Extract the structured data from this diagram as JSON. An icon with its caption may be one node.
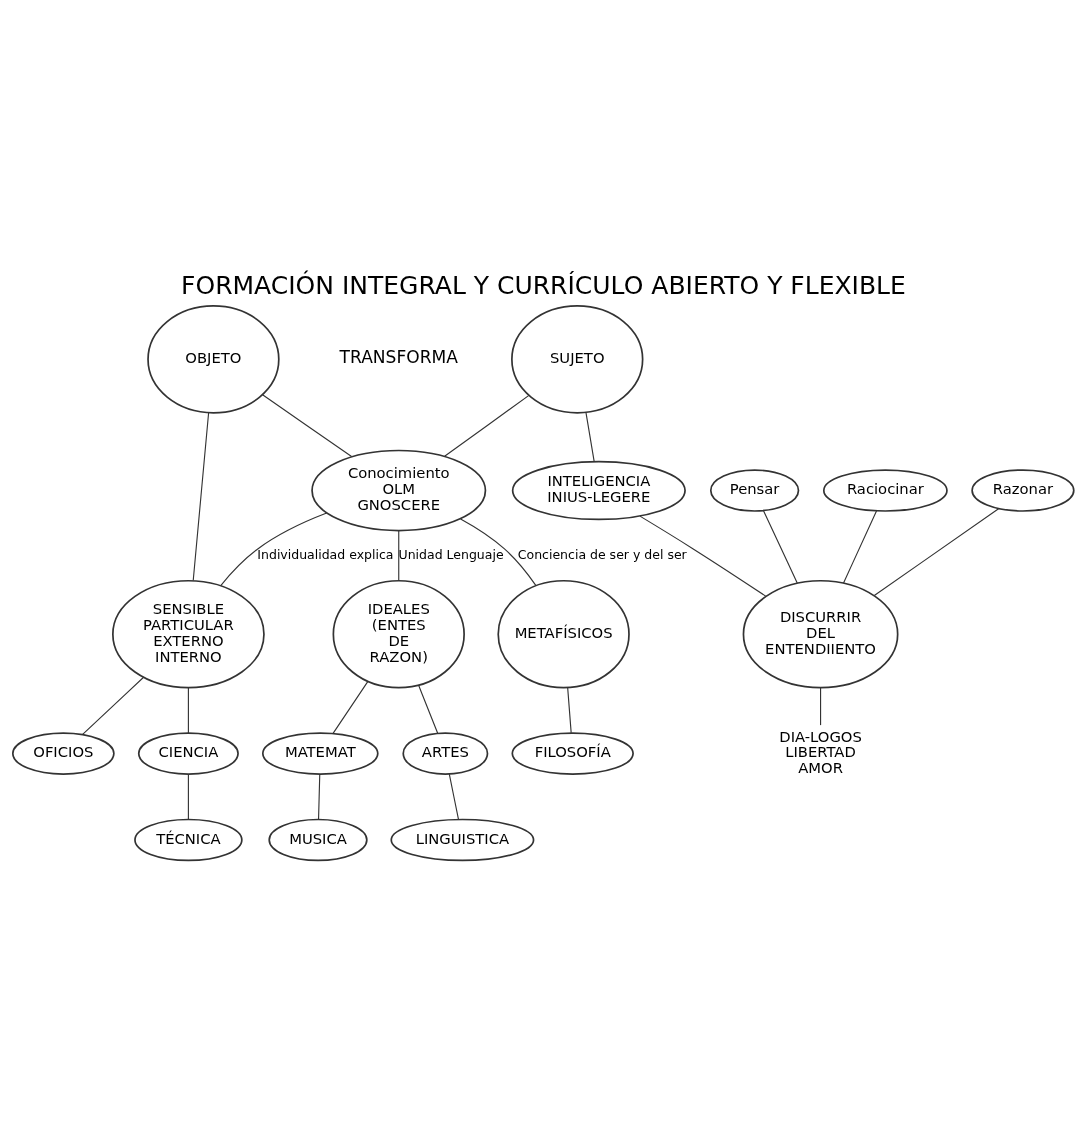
{
  "diagram": {
    "title": "FORMACIÓN INTEGRAL Y CURRÍCULO ABIERTO Y FLEXIBLE",
    "nodes": [
      {
        "text": [
          "SUJETO"
        ]
      },
      {
        "text": [
          "OBJETO"
        ]
      },
      {
        "text": [
          "Conocimiento OLM GNOSCERE"
        ]
      },
      {
        "text": [
          "INTELIGENCIA INIUS-LEGERE"
        ]
      },
      {
        "text": [
          "SENSIBLE PARTICULAR EXTERNO INTERNO"
        ]
      },
      {
        "text": [
          "OFICIOS"
        ]
      },
      {
        "text": [
          "CIENCIA"
        ]
      },
      {
        "text": [
          "TÉCNICA"
        ]
      },
      {
        "text": [
          "Pensar"
        ]
      },
      {
        "text": [
          "Raciocinar"
        ]
      },
      {
        "text": [
          "Razonar"
        ]
      },
      {
        "text": [
          "DISCURRIR DEL ENTENDIIENTO"
        ]
      },
      {
        "text": [
          "IDEALES (ENTES DE RAZON)"
        ]
      },
      {
        "text": [
          "MATEMAT"
        ]
      },
      {
        "text": [
          "MUSICA"
        ]
      },
      {
        "text": [
          "ARTES"
        ]
      },
      {
        "text": [
          "LINGUISTICA"
        ]
      },
      {
        "text": [
          "DIA-LOGOS LIBERTAD AMOR"
        ]
      },
      {
        "text": [
          "METAFÍSICOS"
        ]
      },
      {
        "text": [
          "FILOSOFÍA"
        ]
      }
    ],
    "edges": [
      {
        "from": 0,
        "to": 2,
        "arrow": "none"
      },
      {
        "from": 1,
        "to": 2,
        "arrow": "none"
      },
      {
        "from": 0,
        "to": 3,
        "arrow": "none"
      },
      {
        "from": 1,
        "to": 4,
        "arrow": "none"
      },
      {
        "from": 2,
        "to": 4,
        "arrow": "none",
        "label": "Individualidad explica"
      },
      {
        "from": 2,
        "to": 12,
        "arrow": "none",
        "label": "Unidad Lenguaje"
      },
      {
        "from": 2,
        "to": 18,
        "arrow": "none",
        "label": "Conciencia de ser y del ser"
      },
      {
        "from": 4,
        "to": 5,
        "arrow": "none"
      },
      {
        "from": 4,
        "to": 6,
        "arrow": "none"
      },
      {
        "from": 6,
        "to": 7,
        "arrow": "none"
      },
      {
        "from": 3,
        "to": 11,
        "arrow": "none"
      },
      {
        "from": 8,
        "to": 11,
        "arrow": "none"
      },
      {
        "from": 9,
        "to": 11,
        "arrow": "none"
      },
      {
        "from": 10,
        "to": 11,
        "arrow": "none"
      },
      {
        "from": 11,
        "to": 17,
        "arrow": "none"
      },
      {
        "from": 12,
        "to": 13,
        "arrow": "none"
      },
      {
        "from": 13,
        "to": 14,
        "arrow": "none"
      },
      {
        "from": 12,
        "to": 15,
        "arrow": "none"
      },
      {
        "from": 15,
        "to": 16,
        "arrow": "none"
      },
      {
        "from": 18,
        "to": 19,
        "arrow": "none"
      }
    ],
    "labels": [
      "TRANSFORMA"
    ]
  }
}
